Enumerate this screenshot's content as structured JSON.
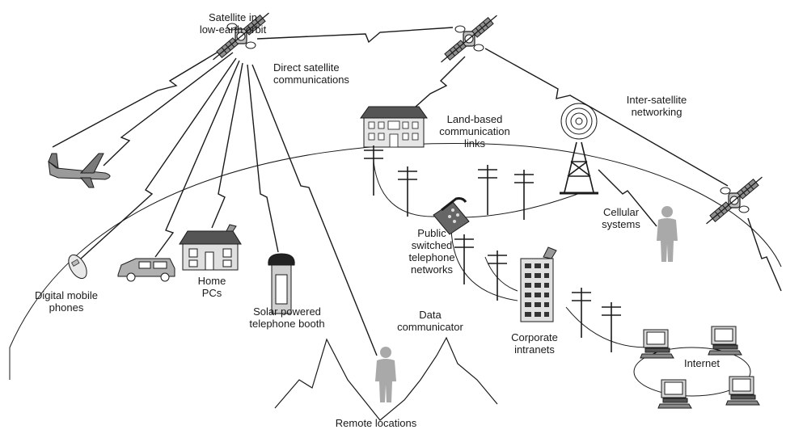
{
  "labels": {
    "satellite_leo": "Satellite in\nlow-earth orbit",
    "direct_sat": "Direct satellite\ncommunications",
    "inter_sat": "Inter-satellite\nnetworking",
    "land_links": "Land-based\ncommunication\nlinks",
    "cellular": "Cellular\nsystems",
    "pstn": "Public\nswitched\ntelephone\nnetworks",
    "mobile_phones": "Digital mobile\nphones",
    "home_pcs": "Home\nPCs",
    "solar_booth": "Solar powered\ntelephone booth",
    "data_comm": "Data\ncommunicator",
    "corporate": "Corporate\nintranets",
    "internet": "Internet",
    "remote": "Remote locations"
  },
  "colors": {
    "line": "#1a1a1a",
    "fill_light": "#d0d0d0",
    "fill_mid": "#9a9a9a",
    "fill_dark": "#3a3a3a"
  }
}
